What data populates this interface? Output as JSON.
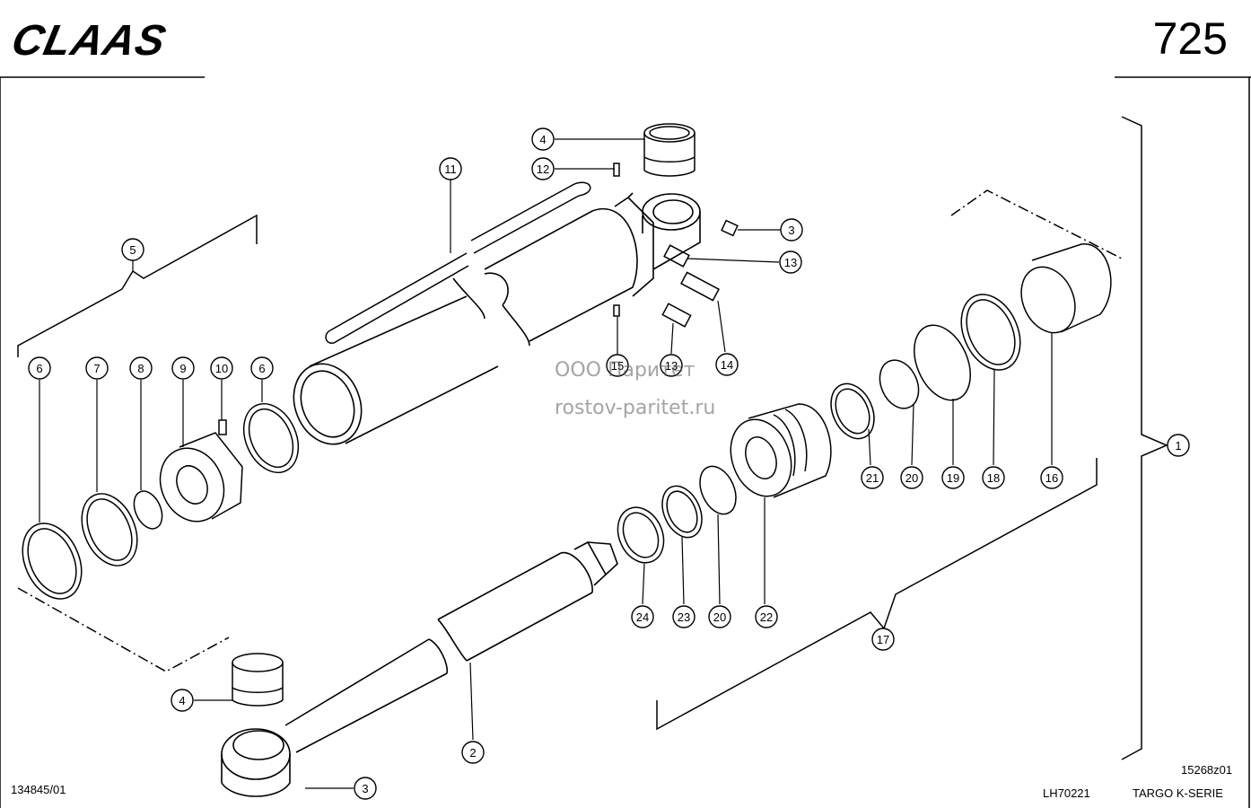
{
  "header": {
    "brand": "CLAAS",
    "page_number": "725"
  },
  "footer": {
    "doc_number": "134845/01",
    "drawing_ref": "15268z01",
    "model_code": "LH70221",
    "series": "TARGO K-SERIE"
  },
  "watermark": {
    "line1": "ООО Паритет",
    "line2": "rostov-paritet.ru"
  },
  "callouts": [
    {
      "id": "c-4a",
      "label": "4"
    },
    {
      "id": "c-12",
      "label": "12"
    },
    {
      "id": "c-11",
      "label": "11"
    },
    {
      "id": "c-3a",
      "label": "3"
    },
    {
      "id": "c-13a",
      "label": "13"
    },
    {
      "id": "c-5",
      "label": "5"
    },
    {
      "id": "c-15",
      "label": "15"
    },
    {
      "id": "c-13b",
      "label": "13"
    },
    {
      "id": "c-14",
      "label": "14"
    },
    {
      "id": "c-6a",
      "label": "6"
    },
    {
      "id": "c-7",
      "label": "7"
    },
    {
      "id": "c-8",
      "label": "8"
    },
    {
      "id": "c-9",
      "label": "9"
    },
    {
      "id": "c-10",
      "label": "10"
    },
    {
      "id": "c-6b",
      "label": "6"
    },
    {
      "id": "c-1",
      "label": "1"
    },
    {
      "id": "c-21",
      "label": "21"
    },
    {
      "id": "c-20a",
      "label": "20"
    },
    {
      "id": "c-19",
      "label": "19"
    },
    {
      "id": "c-18",
      "label": "18"
    },
    {
      "id": "c-16",
      "label": "16"
    },
    {
      "id": "c-24",
      "label": "24"
    },
    {
      "id": "c-23",
      "label": "23"
    },
    {
      "id": "c-20b",
      "label": "20"
    },
    {
      "id": "c-22",
      "label": "22"
    },
    {
      "id": "c-17",
      "label": "17"
    },
    {
      "id": "c-4b",
      "label": "4"
    },
    {
      "id": "c-2",
      "label": "2"
    },
    {
      "id": "c-3b",
      "label": "3"
    }
  ]
}
